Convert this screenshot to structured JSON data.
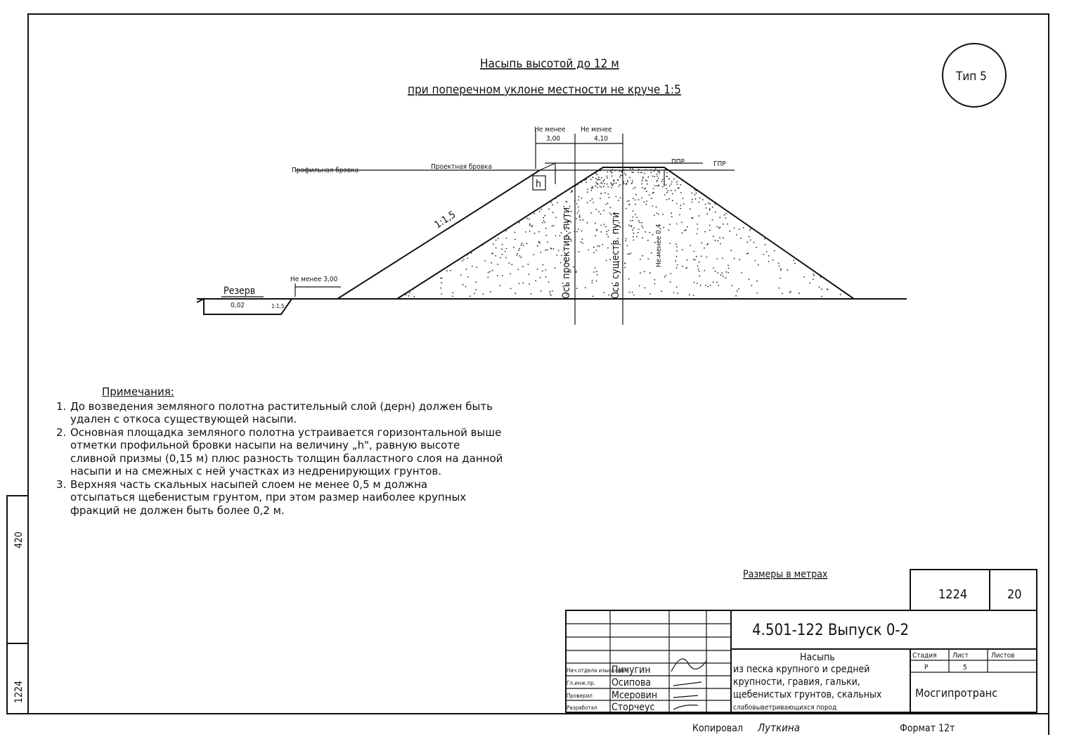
{
  "title": {
    "line1": "Насыпь высотой до 12 м",
    "line2": "при поперечном уклоне местности не круче 1:5",
    "type_badge": "Тип 5"
  },
  "drawing": {
    "dim_left_label": "Не менее",
    "dim_left_value": "3,00",
    "dim_right_label": "Не менее",
    "dim_right_value": "4,10",
    "profile_edge": "Профильная бровка",
    "design_edge": "Проектная бровка",
    "ppr": "ППР",
    "gpr": "ГПР",
    "h_label": "h",
    "slope": "1:1,5",
    "axis_design": "Ось проектир. пути",
    "axis_existing": "Ось существ. пути",
    "min_04": "Не менее 0,4",
    "berm": "Не менее 3,00",
    "reserve": "Резерв",
    "reserve_slope": "0,02",
    "reserve_side": "1:1,5"
  },
  "notes": {
    "heading": "Примечания:",
    "items": [
      {
        "num": "1.",
        "text": "До возведения земляного полотна растительный слой (дерн) должен быть удален с откоса существующей насыпи."
      },
      {
        "num": "2.",
        "text": "Основная площадка земляного полотна устраивается горизонтальной выше отметки профильной бровки насыпи на величину „h\", равную высоте сливной призмы (0,15 м) плюс разность толщин балластного слоя на данной насыпи и на смежных с ней участках из недренирующих грунтов."
      },
      {
        "num": "3.",
        "text": "Верхняя часть скальных насыпей слоем не менее 0,5 м должна отсыпаться щебенистым грунтом, при этом размер наиболее крупных фракций не должен быть более 0,2 м."
      }
    ]
  },
  "dimensions_note": "Размеры в метрах",
  "title_block": {
    "album": "1224",
    "sheet_page": "20",
    "code": "4.501-122 Выпуск 0-2",
    "name_title": "Насыпь",
    "name_lines": [
      "из песка крупного и средней",
      "крупности, гравия, гальки,",
      "щебенистых грунтов, скальных",
      "слабовыветривающихся пород"
    ],
    "stage_header": "Стадия",
    "sheet_header": "Лист",
    "sheets_header": "Листов",
    "stage": "Р",
    "sheet": "5",
    "sheets": "",
    "org": "Мосгипротранс",
    "roles": [
      {
        "role": "Нач.отдела изысканий",
        "name": "Пичугин"
      },
      {
        "role": "Гл.инж.пр.",
        "name": "Осипова"
      },
      {
        "role": "Проверил",
        "name": "Мсеровин"
      },
      {
        "role": "Разработал",
        "name": "Сторчеус"
      }
    ]
  },
  "side_stamp": {
    "top": "420",
    "bottom": "1224"
  },
  "footer": {
    "copied": "Копировал",
    "copier_signature": "Луткина",
    "format": "Формат 12т"
  }
}
